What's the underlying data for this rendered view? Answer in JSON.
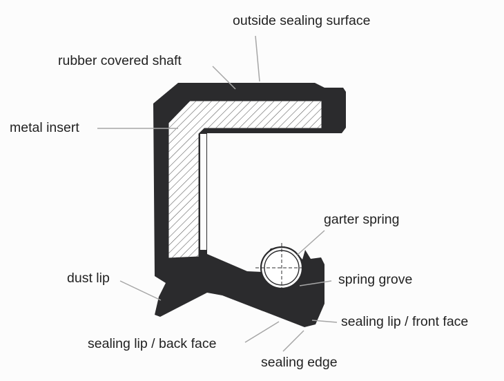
{
  "labels": {
    "outside_sealing_surface": "outside sealing surface",
    "rubber_covered_shaft": "rubber covered shaft",
    "metal_insert": "metal insert",
    "garter_spring": "garter spring",
    "dust_lip": "dust lip",
    "spring_grove": "spring grove",
    "sealing_lip_front_face": "sealing lip / front face",
    "sealing_lip_back_face": "sealing lip / back face",
    "sealing_edge": "sealing edge"
  },
  "colors": {
    "rubber": "#2b2b2d",
    "metal_insert_fill": "#ffffff",
    "hatch": "#555555",
    "leader": "#a6a6a6",
    "text": "#222222",
    "background": "#fcfcfc"
  }
}
